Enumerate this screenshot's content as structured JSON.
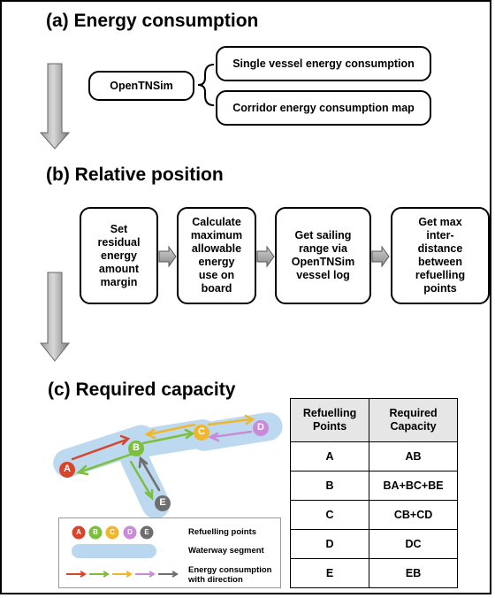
{
  "section_a": {
    "title": "(a) Energy consumption",
    "source_box": "OpenTNSim",
    "outputs": [
      "Single vessel energy consumption",
      "Corridor energy consumption map"
    ]
  },
  "section_b": {
    "title": "(b) Relative position",
    "steps": [
      [
        "Set",
        "residual",
        "energy",
        "amount",
        "margin"
      ],
      [
        "Calculate",
        "maximum",
        "allowable",
        "energy",
        "use on",
        "board"
      ],
      [
        "Get sailing",
        "range via",
        "OpenTNSim",
        "vessel log"
      ],
      [
        "Get max",
        "inter-",
        "distance",
        "between",
        "refuelling",
        "points"
      ]
    ]
  },
  "section_c": {
    "title": "(c) Required capacity",
    "nodes": [
      {
        "label": "A",
        "color": "#d9452b"
      },
      {
        "label": "B",
        "color": "#7cbf3c"
      },
      {
        "label": "C",
        "color": "#f1b72c"
      },
      {
        "label": "D",
        "color": "#c98bd9"
      },
      {
        "label": "E",
        "color": "#6e6e6e"
      }
    ],
    "legend": {
      "refuelling_points": "Refuelling points",
      "waterway_segment": "Waterway segment",
      "energy_line1": "Energy consumption",
      "energy_line2": "with direction",
      "arrow_colors": [
        "#d9452b",
        "#7cbf3c",
        "#f1b72c",
        "#c98bd9",
        "#6e6e6e"
      ],
      "segment_color": "#b9d8ef"
    },
    "table": {
      "headers": [
        [
          "Refuelling",
          "Points"
        ],
        [
          "Required",
          "Capacity"
        ]
      ],
      "rows": [
        [
          "A",
          "AB"
        ],
        [
          "B",
          "BA+BC+BE"
        ],
        [
          "C",
          "CB+CD"
        ],
        [
          "D",
          "DC"
        ],
        [
          "E",
          "EB"
        ]
      ]
    }
  }
}
